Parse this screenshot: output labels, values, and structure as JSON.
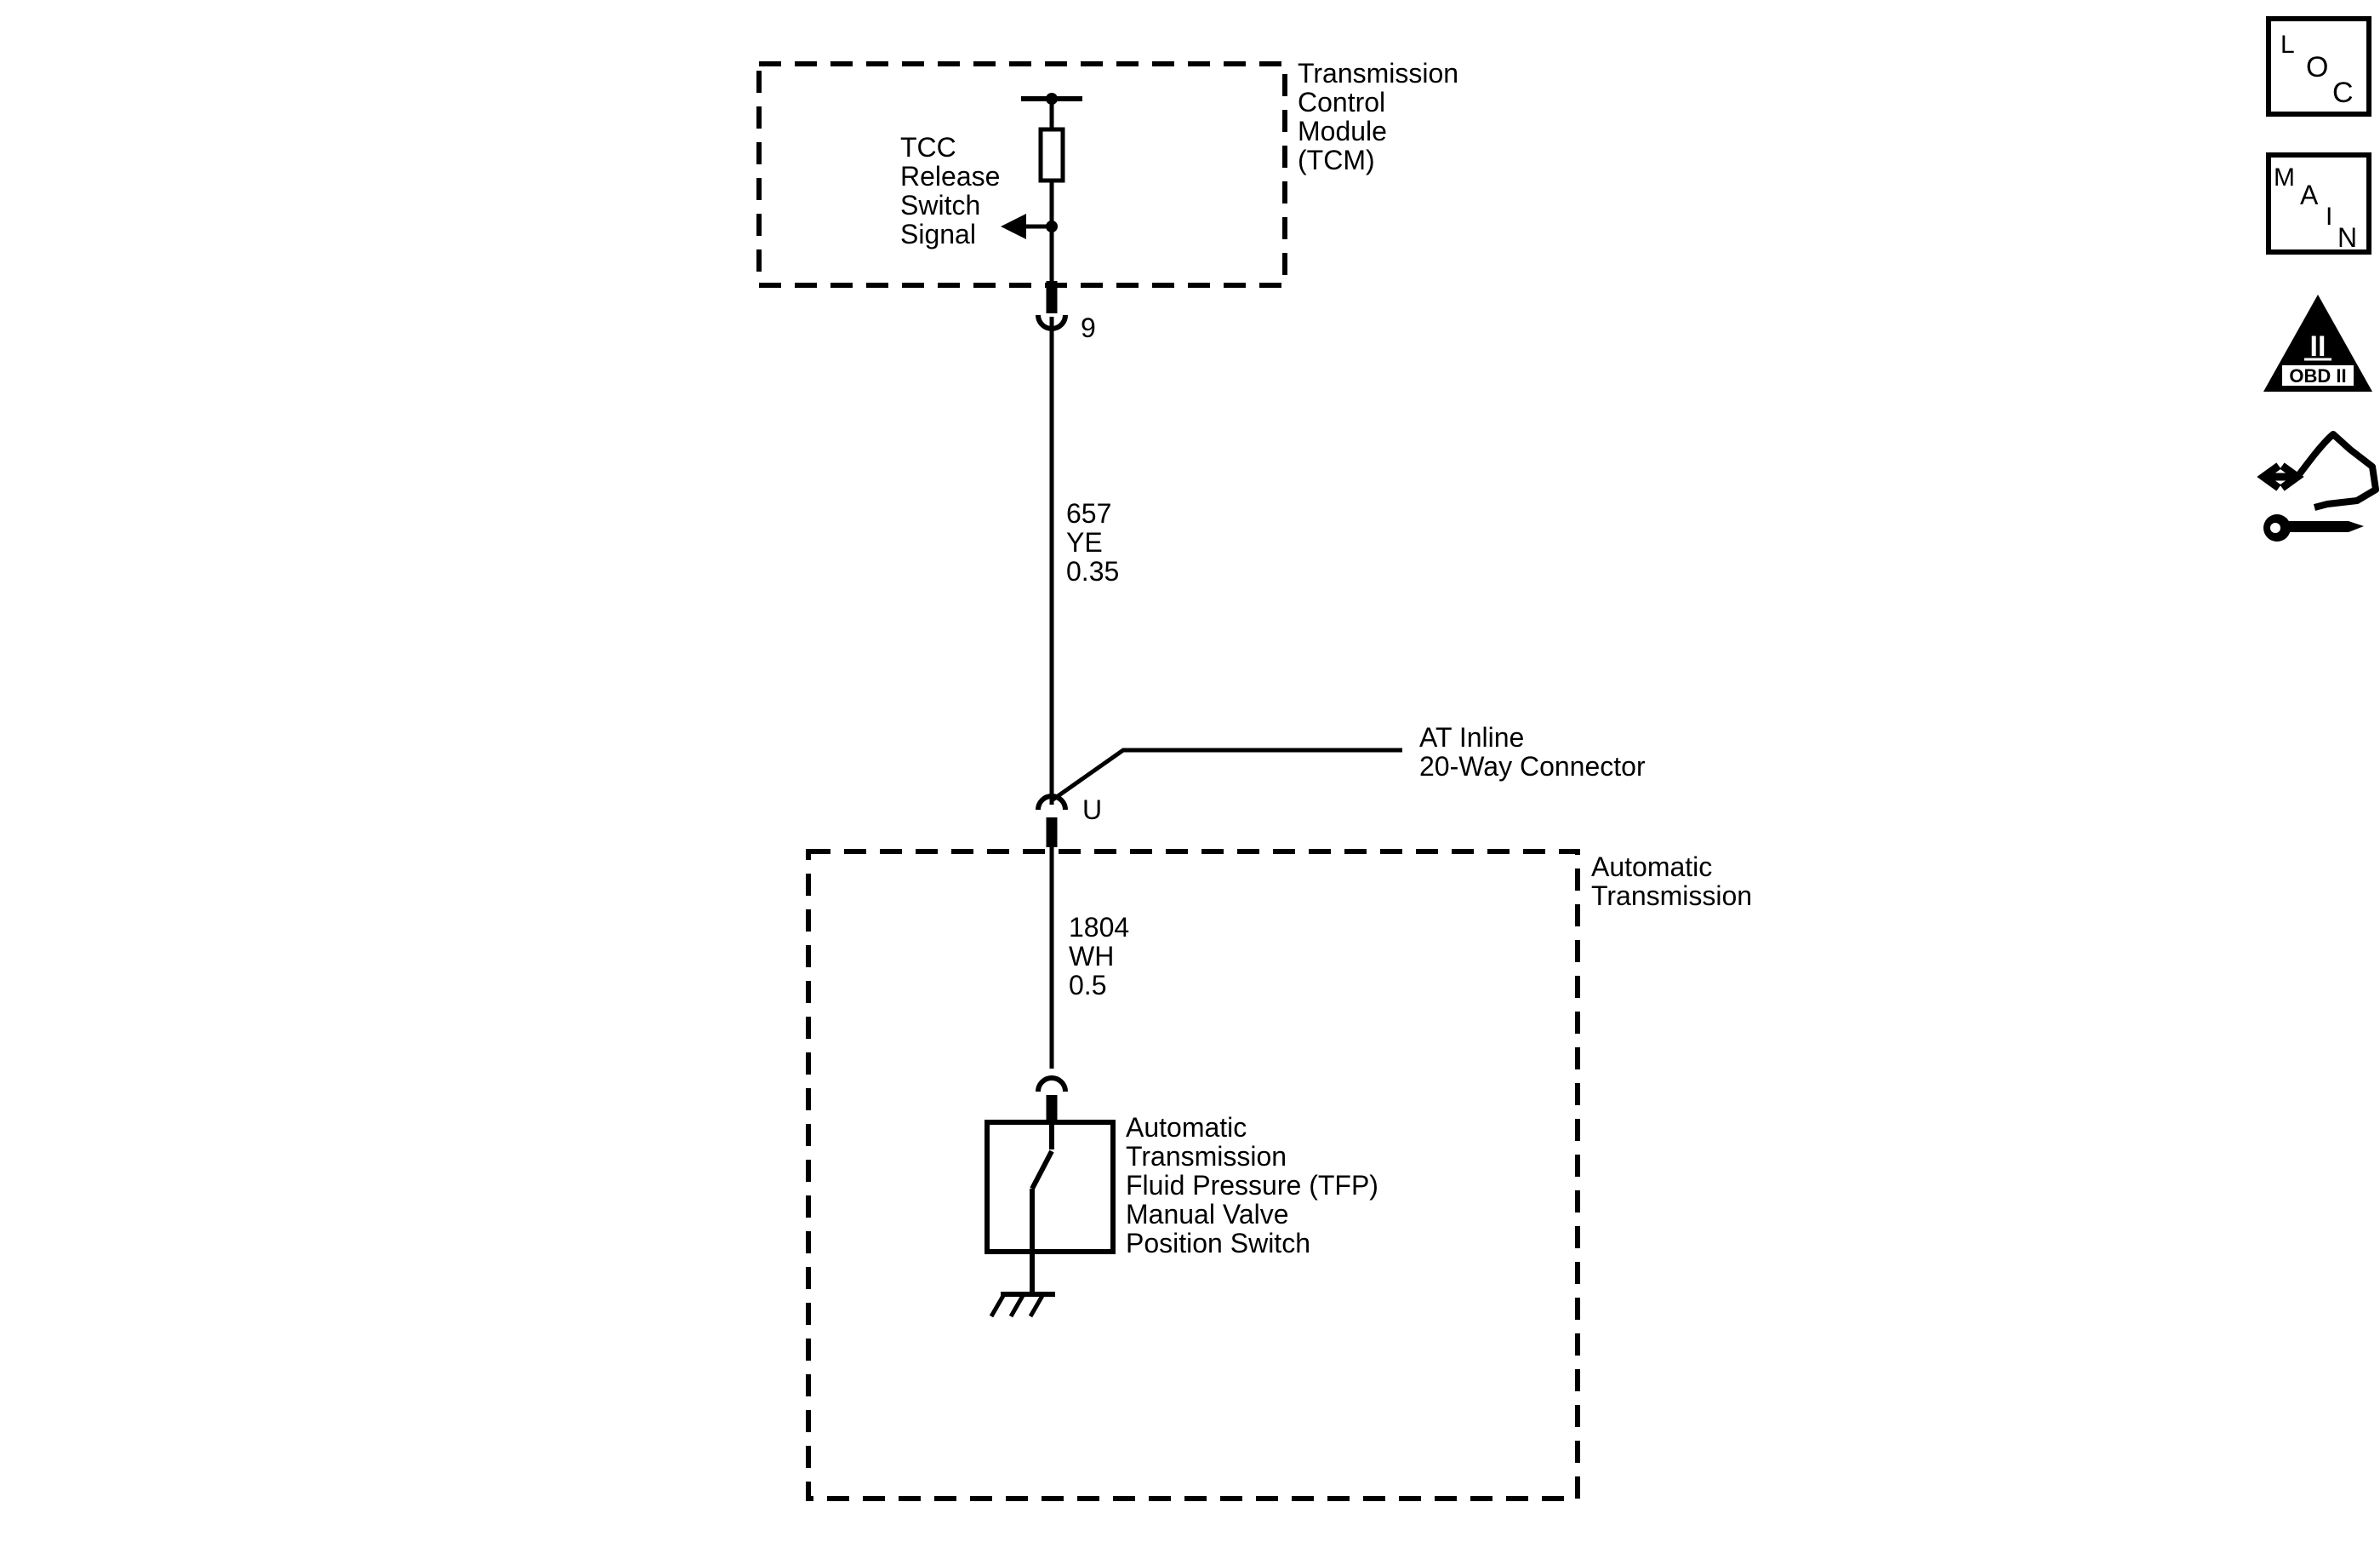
{
  "tcm": {
    "title_lines": [
      "Transmission",
      "Control",
      "Module",
      "(TCM)"
    ],
    "signal_lines": [
      "TCC",
      "Release",
      "Switch",
      "Signal"
    ],
    "pin": "9"
  },
  "wire_upper": {
    "circuit": "657",
    "color": "YE",
    "gauge": "0.35"
  },
  "inline_connector": {
    "label_lines": [
      "AT Inline",
      "20-Way Connector"
    ],
    "pin": "U"
  },
  "wire_lower": {
    "circuit": "1804",
    "color": "WH",
    "gauge": "0.5"
  },
  "transmission": {
    "title_lines": [
      "Automatic",
      "Transmission"
    ]
  },
  "tfp_switch": {
    "label_lines": [
      "Automatic",
      "Transmission",
      "Fluid Pressure (TFP)",
      "Manual Valve",
      "Position Switch"
    ]
  },
  "nav": {
    "loc": [
      "L",
      "O",
      "C"
    ],
    "main": [
      "M",
      "A",
      "I",
      "N"
    ],
    "obd": {
      "numeral": "II",
      "text": "OBD II"
    }
  }
}
